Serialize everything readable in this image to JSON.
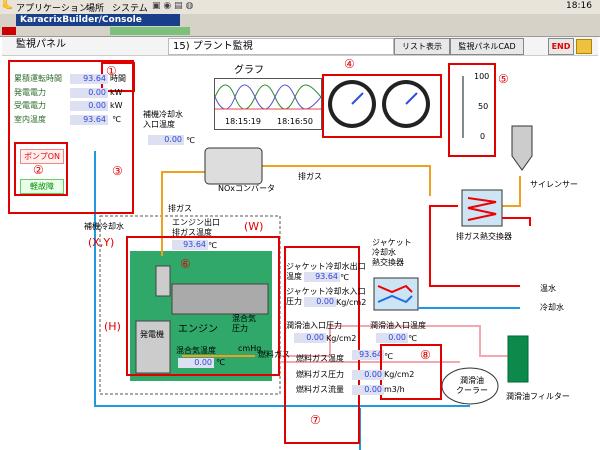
{
  "system_bar": {
    "menu_apps": "アプリケーション",
    "menu_places": "場所",
    "menu_system": "システム",
    "clock": "18:16"
  },
  "window": {
    "title": "KaracrixBuilder/Console"
  },
  "header": {
    "panel_label": "監視パネル",
    "plant_label": "15) プラント監視",
    "list_button": "リスト表示",
    "cad_button": "監視パネルCAD",
    "end_button": "END"
  },
  "stats": [
    {
      "label": "累積運転時間",
      "value": "93.64",
      "unit": "時間"
    },
    {
      "label": "発電電力",
      "value": "0.00",
      "unit": "kW"
    },
    {
      "label": "受電電力",
      "value": "0.00",
      "unit": "kW"
    },
    {
      "label": "室内温度",
      "value": "93.64",
      "unit": "℃"
    }
  ],
  "buttons": {
    "pump_on": "ポンプON",
    "minor_fault": "軽故障"
  },
  "graph": {
    "title": "グラフ",
    "time_start": "18:15:19",
    "time_end": "18:16:50"
  },
  "scale": {
    "top": "100",
    "mid": "50",
    "bottom": "0"
  },
  "markers": {
    "m1": "①",
    "m2": "②",
    "m3": "③",
    "m4": "④",
    "m5": "⑤",
    "m6": "⑥",
    "m7": "⑦",
    "m8": "⑧",
    "w": "(W)",
    "xy": "(X,Y)",
    "h": "(H)"
  },
  "labels": {
    "aux_cooling_inlet": "補機冷却水\n入口温度",
    "aux_cooling_inlet_value": "0.00",
    "nox": "NOxコンバータ",
    "exhaust_gas": "排ガス",
    "exhaust_gas2": "排ガス",
    "silencer": "サイレンサー",
    "exhaust_hx": "排ガス熱交換器",
    "aux_cooling_water": "補機冷却水",
    "engine_out_exhaust": "エンジン出口\n排ガス温度",
    "engine_out_value": "93.64",
    "jacket_out": "ジャケット冷却水出口\n温度",
    "jacket_out_value": "93.64",
    "jacket_in": "ジャケット冷却水入口\n圧力",
    "jacket_in_value": "0.00",
    "jacket_in_unit": "Kg/cm2",
    "jacket_hx": "ジャケット\n冷却水\n熱交換器",
    "hot_water": "温水",
    "cooling_water": "冷却水",
    "lube_in_press": "潤滑油入口圧力",
    "lube_in_press_value": "0.00",
    "lube_in_press_unit": "Kg/cm2",
    "lube_in_temp": "潤滑油入口温度",
    "lube_in_temp_value": "0.00",
    "generator": "発電機",
    "engine": "エンジン",
    "mix_temp": "混合気温度",
    "mix_temp_value": "0.00",
    "mix_press": "混合気\n圧力",
    "mix_press_unit": "cmHg",
    "fuel_gas": "燃料ガス",
    "fuel_temp": "燃料ガス温度",
    "fuel_temp_value": "93.64",
    "fuel_press": "燃料ガス圧力",
    "fuel_press_value": "0.00",
    "fuel_press_unit": "Kg/cm2",
    "fuel_flow": "燃料ガス流量",
    "fuel_flow_value": "0.00",
    "fuel_flow_unit": "m3/h",
    "lube_cooler": "潤滑油\nクーラー",
    "lube_filter": "潤滑油フィルター",
    "celsius": "℃"
  }
}
